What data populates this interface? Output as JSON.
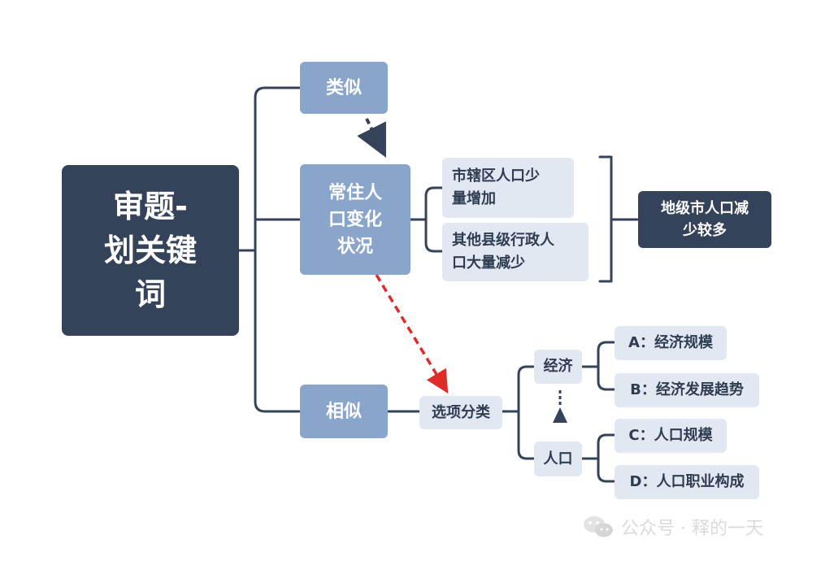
{
  "diagram": {
    "root": "审题-\n划关键\n词",
    "branch_similar": "类似",
    "branch_change": "常住人\n口变化\n状况",
    "branch_alike": "相似",
    "change_items": [
      "市辖区人口少\n量增加",
      "其他县级行政人\n口大量减少"
    ],
    "change_summary": "地级市人口减\n少较多",
    "classify": "选项分类",
    "category_economy": "经济",
    "category_population": "人口",
    "economy_options": [
      "A：经济规模",
      "B：经济发展趋势"
    ],
    "population_options": [
      "C：人口规模",
      "D：人口职业构成"
    ]
  },
  "watermark": {
    "text": "公众号 · 释的一天"
  },
  "colors": {
    "dark": "#34435a",
    "mid": "#89a5cc",
    "light": "#e1e8f1",
    "red_arrow": "#e02b2b"
  },
  "icons": [
    "arrow-down-icon",
    "arrow-up-icon",
    "wechat-icon"
  ]
}
